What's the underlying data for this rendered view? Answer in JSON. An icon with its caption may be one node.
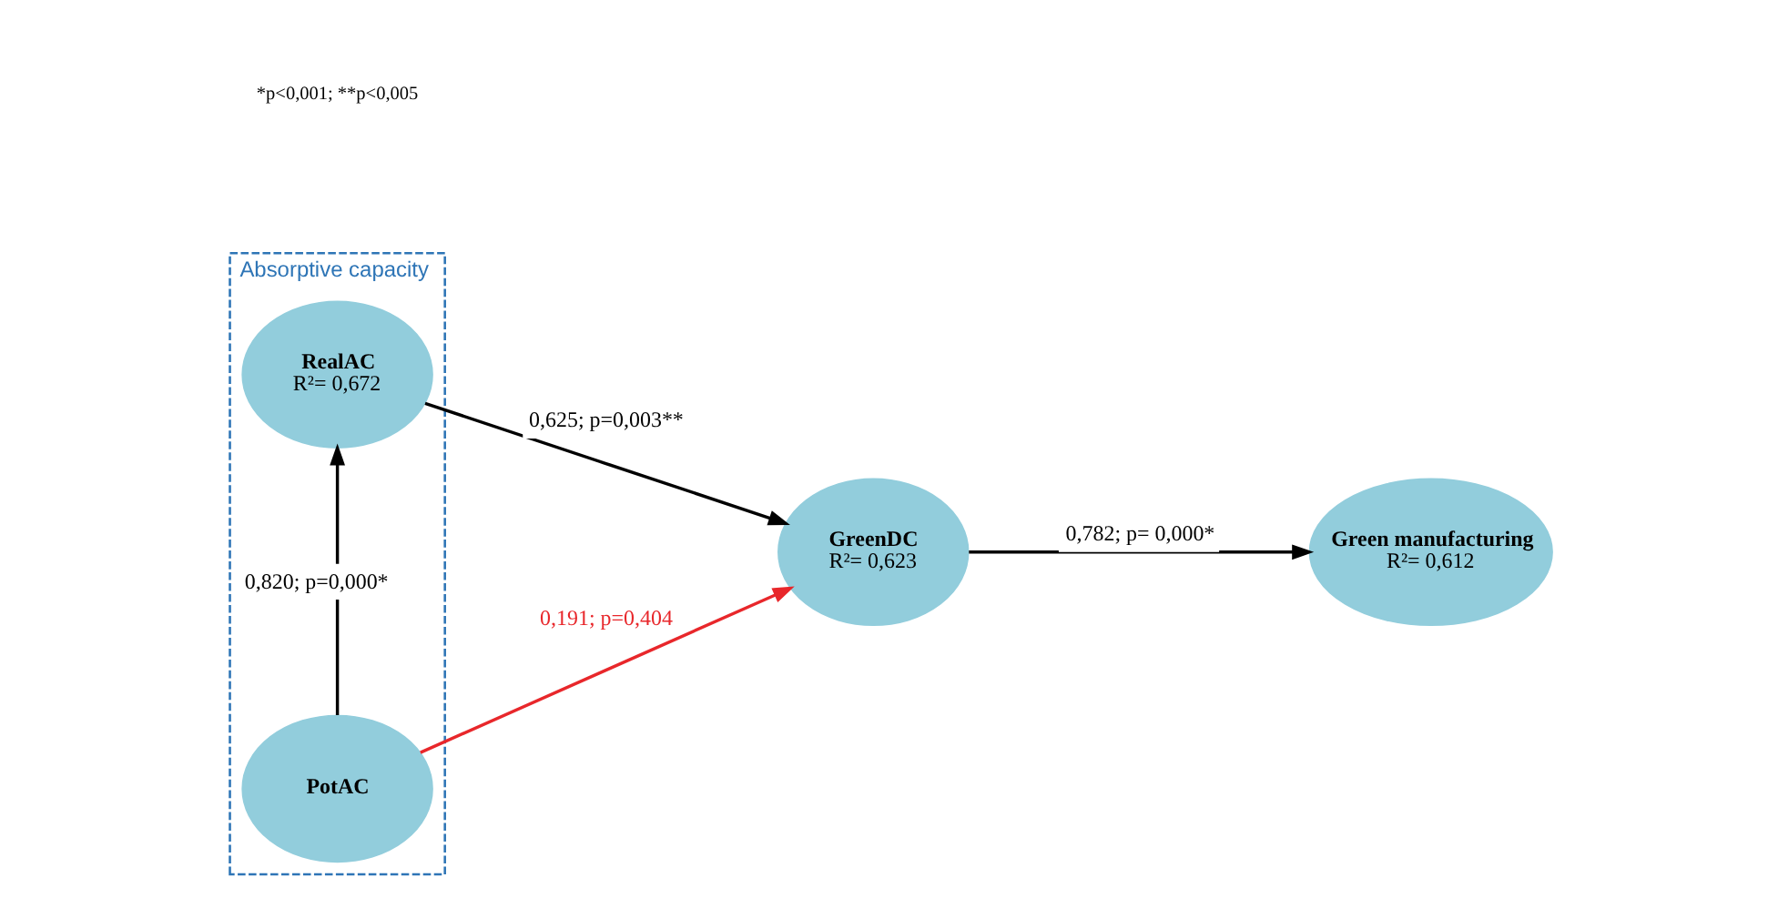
{
  "diagram": {
    "nodes": [
      {
        "text": [
          "Absorptive capacity"
        ]
      },
      {
        "text": [
          "PotAC"
        ],
        "in": 0
      },
      {
        "text": [
          "RealAC",
          "R²= 0,672"
        ],
        "in": 0
      },
      {
        "text": [
          "GreenDC",
          "R²= 0,623"
        ]
      },
      {
        "text": [
          "Green manufacturing",
          "R²= 0,612"
        ]
      }
    ],
    "edges": [
      {
        "from": 1,
        "to": 3,
        "arrow": "to",
        "label": "0,191; p=0,404",
        "color": "#e8272b"
      },
      {
        "from": 1,
        "to": 2,
        "arrow": "to",
        "label": "0,820; p=0,000*"
      },
      {
        "from": 2,
        "to": 3,
        "arrow": "to",
        "label": "0,625; p=0,003**"
      },
      {
        "from": 3,
        "to": 4,
        "arrow": "to",
        "label": "0,782; p= 0,000*"
      }
    ],
    "labels": [
      "*p<0,001; **p<0,005"
    ]
  }
}
